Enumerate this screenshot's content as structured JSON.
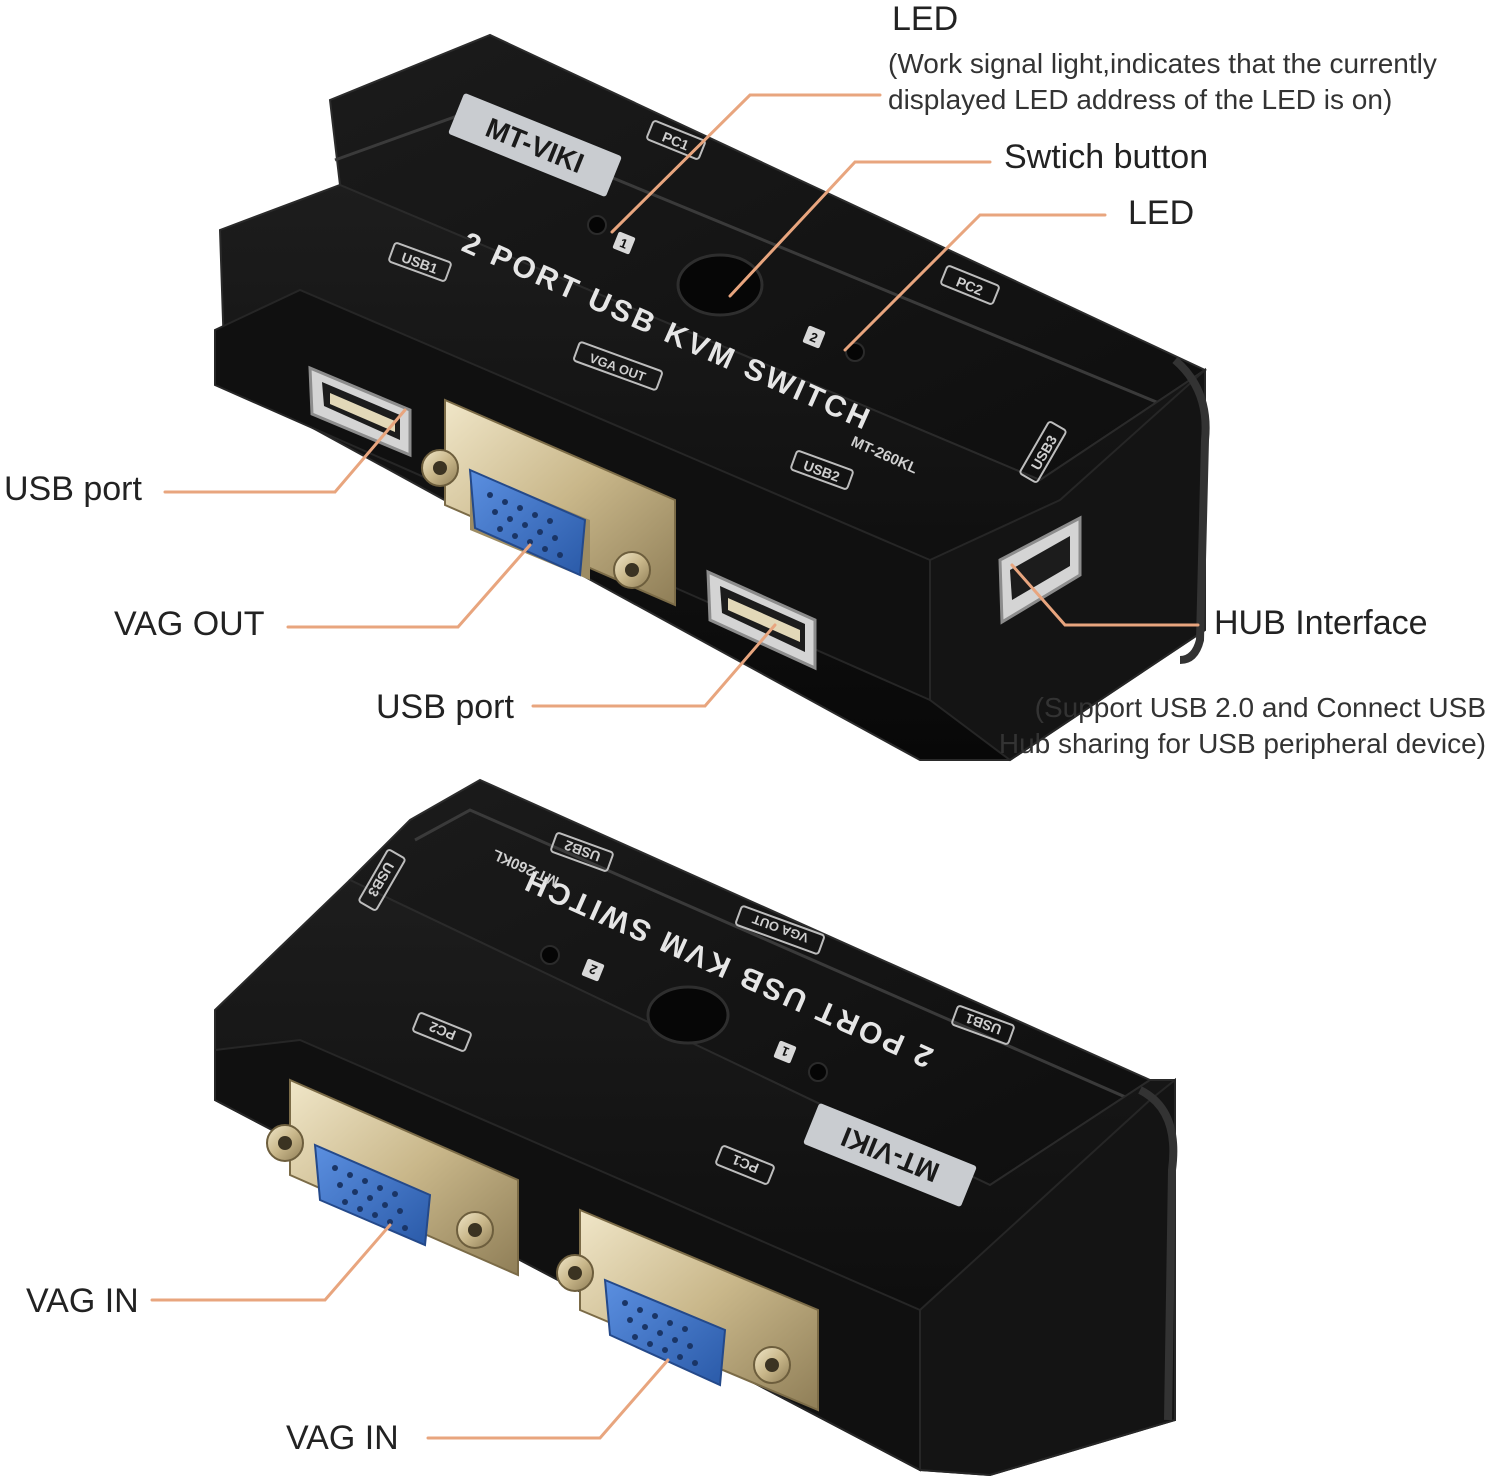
{
  "colors": {
    "leader_line": "#e8a57e",
    "device_body": "#141414",
    "device_edge": "#2a2a2a",
    "vga_port_blue": "#3a72c6",
    "connector_metal": "#d9c9a0",
    "label_text": "#222222"
  },
  "device_top": {
    "brand": "MT-VIKI",
    "product_name": "2 PORT USB KVM SWITCH",
    "model": "MT-260KL",
    "port_labels": {
      "pc1": "PC1",
      "pc2": "PC2",
      "usb1": "USB1",
      "usb2": "USB2",
      "usb3": "USB3",
      "vga_out": "VGA OUT"
    },
    "led_numbers": {
      "led1": "1",
      "led2": "2"
    }
  },
  "device_bottom": {
    "brand": "MT-VIKI",
    "product_name": "2 PORT USB KVM SWITCH",
    "model": "MT-260KL",
    "port_labels": {
      "pc1": "PC1",
      "pc2": "PC2",
      "usb1": "USB1",
      "usb2": "USB2",
      "usb3": "USB3",
      "vga_out": "VGA OUT"
    },
    "led_numbers": {
      "led1": "1",
      "led2": "2"
    }
  },
  "callouts": {
    "led_top": {
      "title": "LED",
      "note_line1": "(Work signal light,indicates that the currently",
      "note_line2": "displayed LED address of the LED is on)"
    },
    "switch_button": {
      "title": "Swtich button"
    },
    "led_2": {
      "title": "LED"
    },
    "usb_port_left": {
      "title": "USB port"
    },
    "vga_out": {
      "title": "VAG OUT"
    },
    "usb_port_front": {
      "title": "USB port"
    },
    "hub_interface": {
      "title": "HUB Interface",
      "note_line1": "(Support USB 2.0 and Connect USB",
      "note_line2": "Hub sharing for USB peripheral device)"
    },
    "vga_in_left": {
      "title": "VAG IN"
    },
    "vga_in_front": {
      "title": "VAG IN"
    }
  }
}
